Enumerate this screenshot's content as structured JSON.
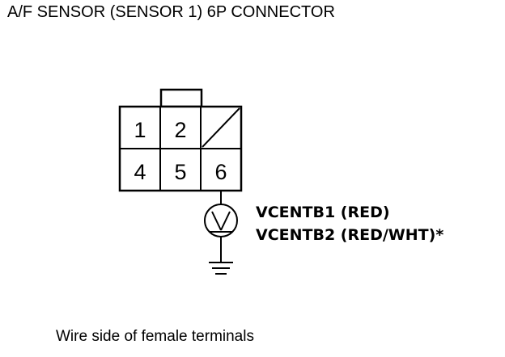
{
  "title": "A/F SENSOR (SENSOR 1) 6P CONNECTOR",
  "connector": {
    "terminals_row1": [
      "1",
      "2",
      ""
    ],
    "terminals_row2": [
      "4",
      "5",
      "6"
    ],
    "empty_cavity": "slash"
  },
  "meter": {
    "symbol": "V",
    "label_line1": "VCENTB1 (RED)",
    "label_line2": "VCENTB2 (RED/WHT)*"
  },
  "caption": "Wire side of female terminals"
}
